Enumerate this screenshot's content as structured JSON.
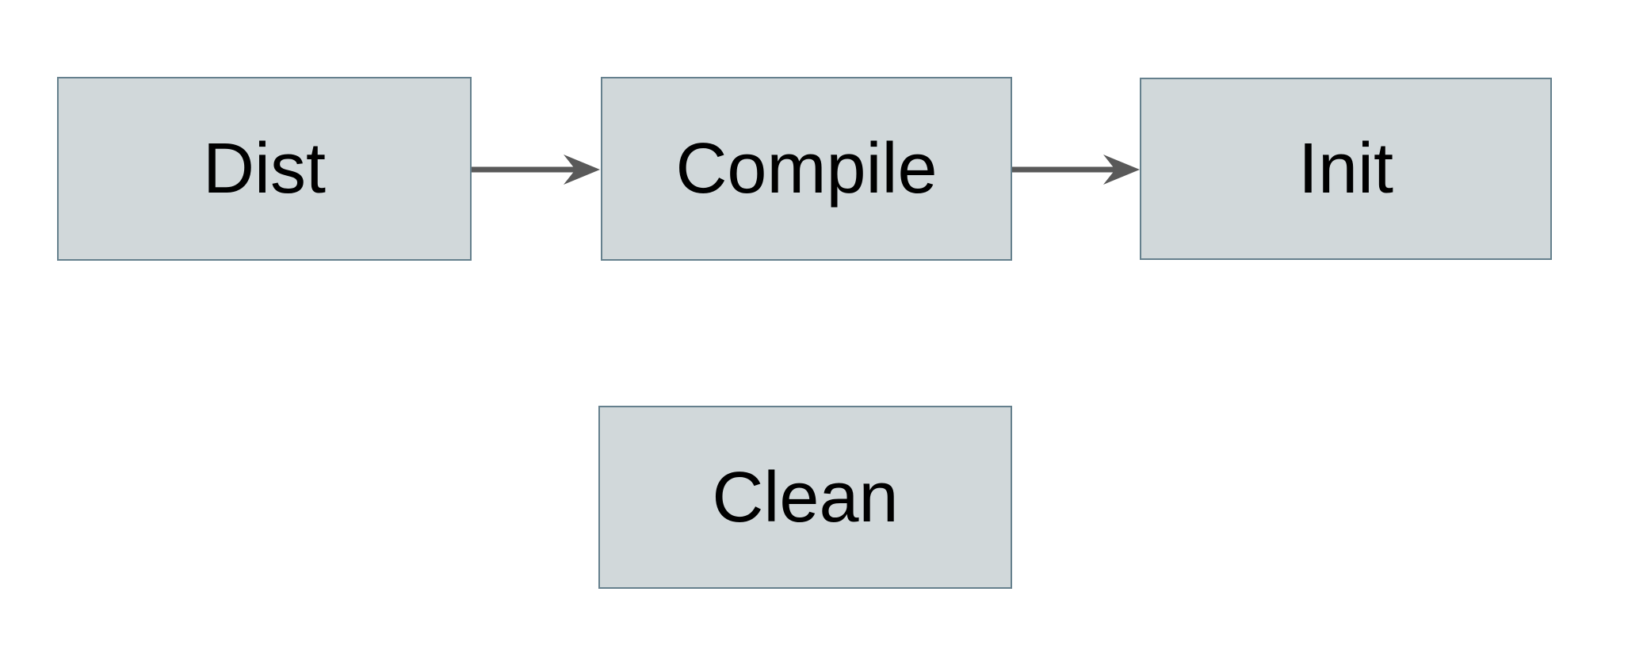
{
  "diagram": {
    "nodes": [
      {
        "id": "dist",
        "label": "Dist"
      },
      {
        "id": "compile",
        "label": "Compile"
      },
      {
        "id": "init",
        "label": "Init"
      },
      {
        "id": "clean",
        "label": "Clean"
      }
    ],
    "edges": [
      {
        "from": "dist",
        "to": "compile",
        "directed": true
      },
      {
        "from": "compile",
        "to": "init",
        "directed": true
      }
    ],
    "colors": {
      "node_fill": "#d1d8da",
      "node_border": "#65808d",
      "arrow": "#595959",
      "text": "#000000",
      "background": "#ffffff"
    }
  }
}
